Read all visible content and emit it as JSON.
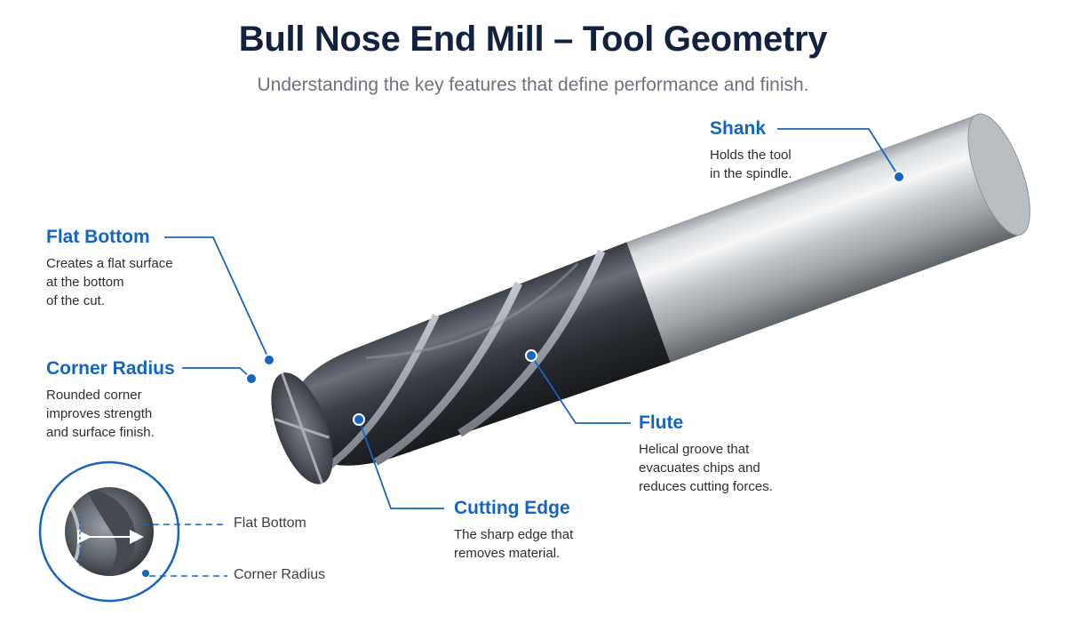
{
  "header": {
    "title": "Bull Nose End Mill – Tool Geometry",
    "subtitle": "Understanding the key features that define performance and finish."
  },
  "callouts": {
    "shank": {
      "title": "Shank",
      "lines": [
        "Holds the tool",
        "in the spindle."
      ]
    },
    "flat_bottom": {
      "title": "Flat Bottom",
      "lines": [
        "Creates a flat surface",
        "at the bottom",
        "of the cut."
      ]
    },
    "corner_radius": {
      "title": "Corner Radius",
      "lines": [
        "Rounded corner",
        "improves strength",
        "and surface finish."
      ]
    },
    "flute": {
      "title": "Flute",
      "lines": [
        "Helical groove that",
        "evacuates chips and",
        "reduces cutting forces."
      ]
    },
    "cutting_edge": {
      "title": "Cutting Edge",
      "lines": [
        "The sharp edge that",
        "removes material."
      ]
    }
  },
  "inset": {
    "flat_bottom_label": "Flat Bottom",
    "corner_radius_label": "Corner Radius"
  },
  "colors": {
    "accent": "#1565c0",
    "title": "#12213f",
    "subtitle": "#6b7381",
    "body_text": "#2a2f36"
  }
}
